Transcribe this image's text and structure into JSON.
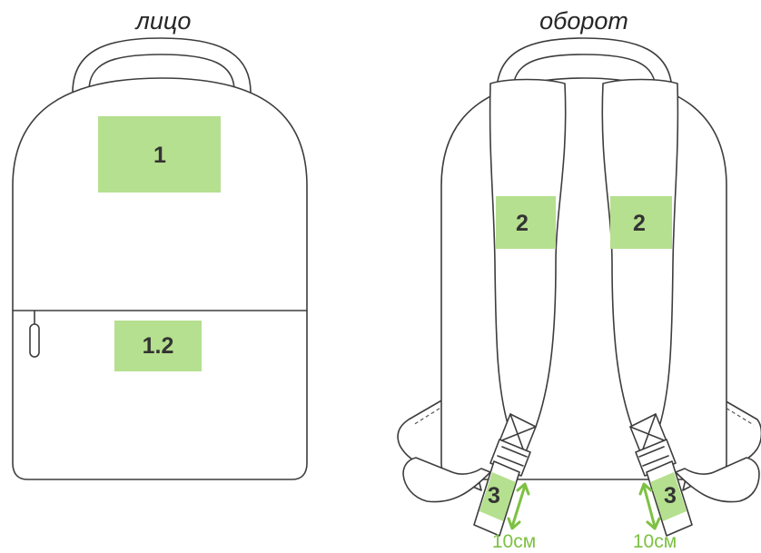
{
  "views": {
    "front": {
      "title": "лицо"
    },
    "back": {
      "title": "оборот"
    }
  },
  "zones": {
    "front_top": "1",
    "front_pocket": "1.2",
    "strap_left": "2",
    "strap_right": "2",
    "buckle_left": "3",
    "buckle_right": "3"
  },
  "dimensions": {
    "left": "10см",
    "right": "10см"
  },
  "colors": {
    "zone_fill": "#b5e08f",
    "dimension_accent": "#7dc142",
    "outline": "#3d3d3d"
  }
}
